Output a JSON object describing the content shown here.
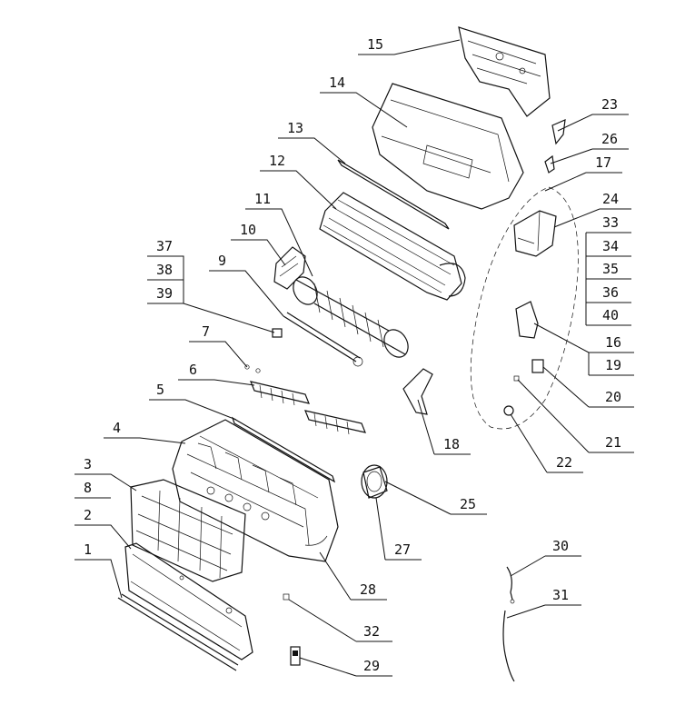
{
  "callouts": [
    "15",
    "14",
    "23",
    "26",
    "13",
    "17",
    "12",
    "24",
    "33",
    "34",
    "35",
    "36",
    "40",
    "11",
    "10",
    "37",
    "38",
    "39",
    "9",
    "16",
    "19",
    "20",
    "7",
    "6",
    "5",
    "21",
    "22",
    "18",
    "4",
    "25",
    "3",
    "8",
    "2",
    "27",
    "28",
    "1",
    "30",
    "31",
    "32",
    "29"
  ]
}
